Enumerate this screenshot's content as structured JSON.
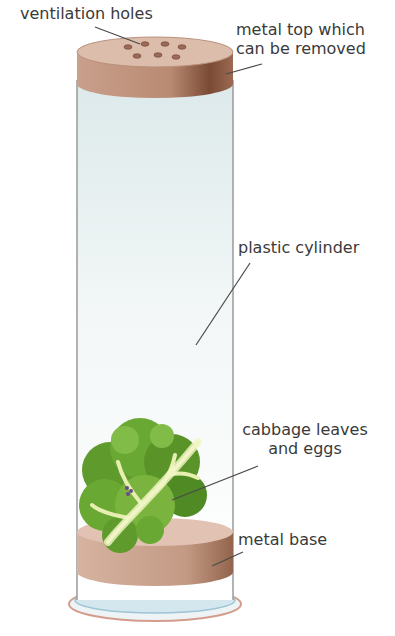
{
  "diagram": {
    "labels": [
      "ventilation holes",
      "metal top which can be removed",
      "plastic cylinder",
      "cabbage leaves and eggs",
      "metal base"
    ]
  }
}
